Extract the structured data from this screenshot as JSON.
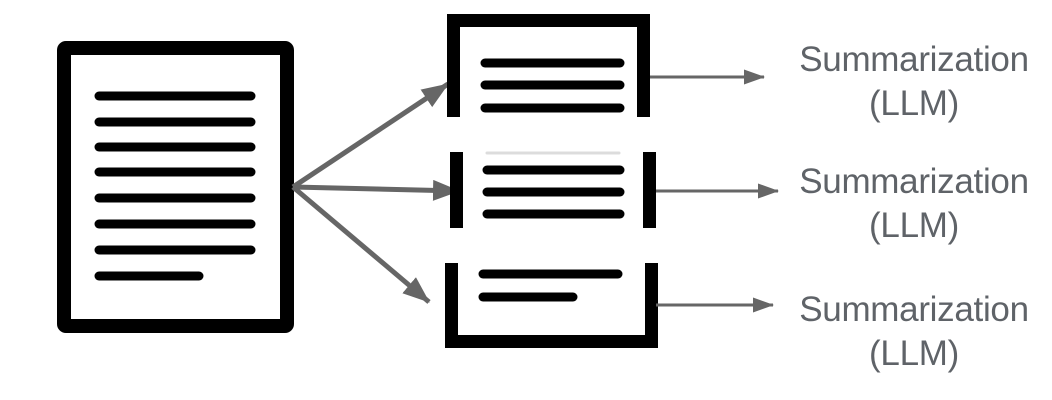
{
  "diagram": {
    "description": "document chunking diagram: one source document split into three chunks, each sent to summarization",
    "source": {
      "type": "document-icon",
      "text_line_count": 8
    },
    "chunks": [
      {
        "type": "document-chunk-top",
        "text_line_count": 3
      },
      {
        "type": "document-chunk-middle",
        "text_line_count": 3
      },
      {
        "type": "document-chunk-bottom",
        "text_line_count": 2
      }
    ],
    "outputs": [
      {
        "line1": "Summarization",
        "line2": "(LLM)"
      },
      {
        "line1": "Summarization",
        "line2": "(LLM)"
      },
      {
        "line1": "Summarization",
        "line2": "(LLM)"
      }
    ],
    "colors": {
      "ink": "#000000",
      "arrow": "#666666",
      "label_text": "#5f6368",
      "background": "#ffffff"
    }
  }
}
